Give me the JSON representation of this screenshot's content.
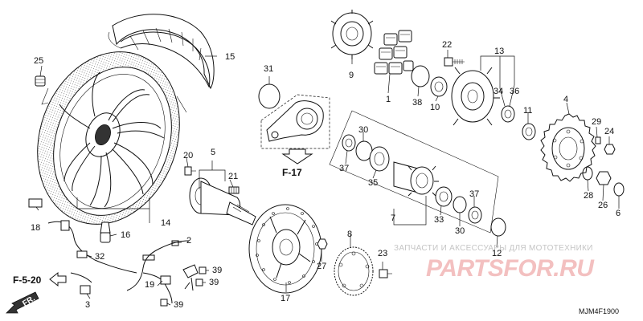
{
  "diagram": {
    "part_labels": {
      "p1": "1",
      "p2": "2",
      "p3": "3",
      "p4": "4",
      "p5": "5",
      "p6": "6",
      "p7": "7",
      "p8": "8",
      "p9": "9",
      "p10": "10",
      "p11": "11",
      "p12": "12",
      "p13": "13",
      "p14": "14",
      "p15": "15",
      "p16": "16",
      "p17": "17",
      "p18": "18",
      "p19": "19",
      "p20": "20",
      "p21": "21",
      "p22": "22",
      "p23": "23",
      "p24": "24",
      "p25": "25",
      "p26": "26",
      "p27": "27",
      "p28": "28",
      "p29": "29",
      "p30a": "30",
      "p30b": "30",
      "p31": "31",
      "p32": "32",
      "p33": "33",
      "p34": "34",
      "p35": "35",
      "p36": "36",
      "p37a": "37",
      "p37b": "37",
      "p38": "38",
      "p39a": "39",
      "p39b": "39",
      "p39c": "39"
    },
    "references": {
      "f17": "F-17",
      "f520": "F-5-20"
    },
    "direction_label": "FR.",
    "diagram_code": "MJM4F1900"
  },
  "watermark": {
    "text": "ЗАПЧАСТИ И АКСЕССУАРЫ ДЛЯ МОТОТЕХНИКИ",
    "logo": "PARTSFOR.RU"
  }
}
